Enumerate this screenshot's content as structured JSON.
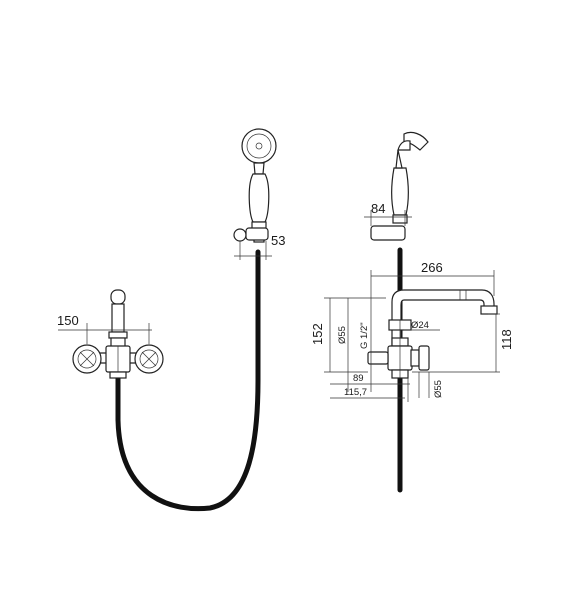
{
  "dimensions": {
    "d150": "150",
    "d53": "53",
    "d84": "84",
    "d266": "266",
    "d152": "152",
    "d118": "118",
    "d_o55_top": "Ø55",
    "d_g12": "G 1/2\"",
    "d_o24": "Ø24",
    "d89": "89",
    "d115_7": "115,7",
    "d_o55_bottom": "Ø55"
  }
}
